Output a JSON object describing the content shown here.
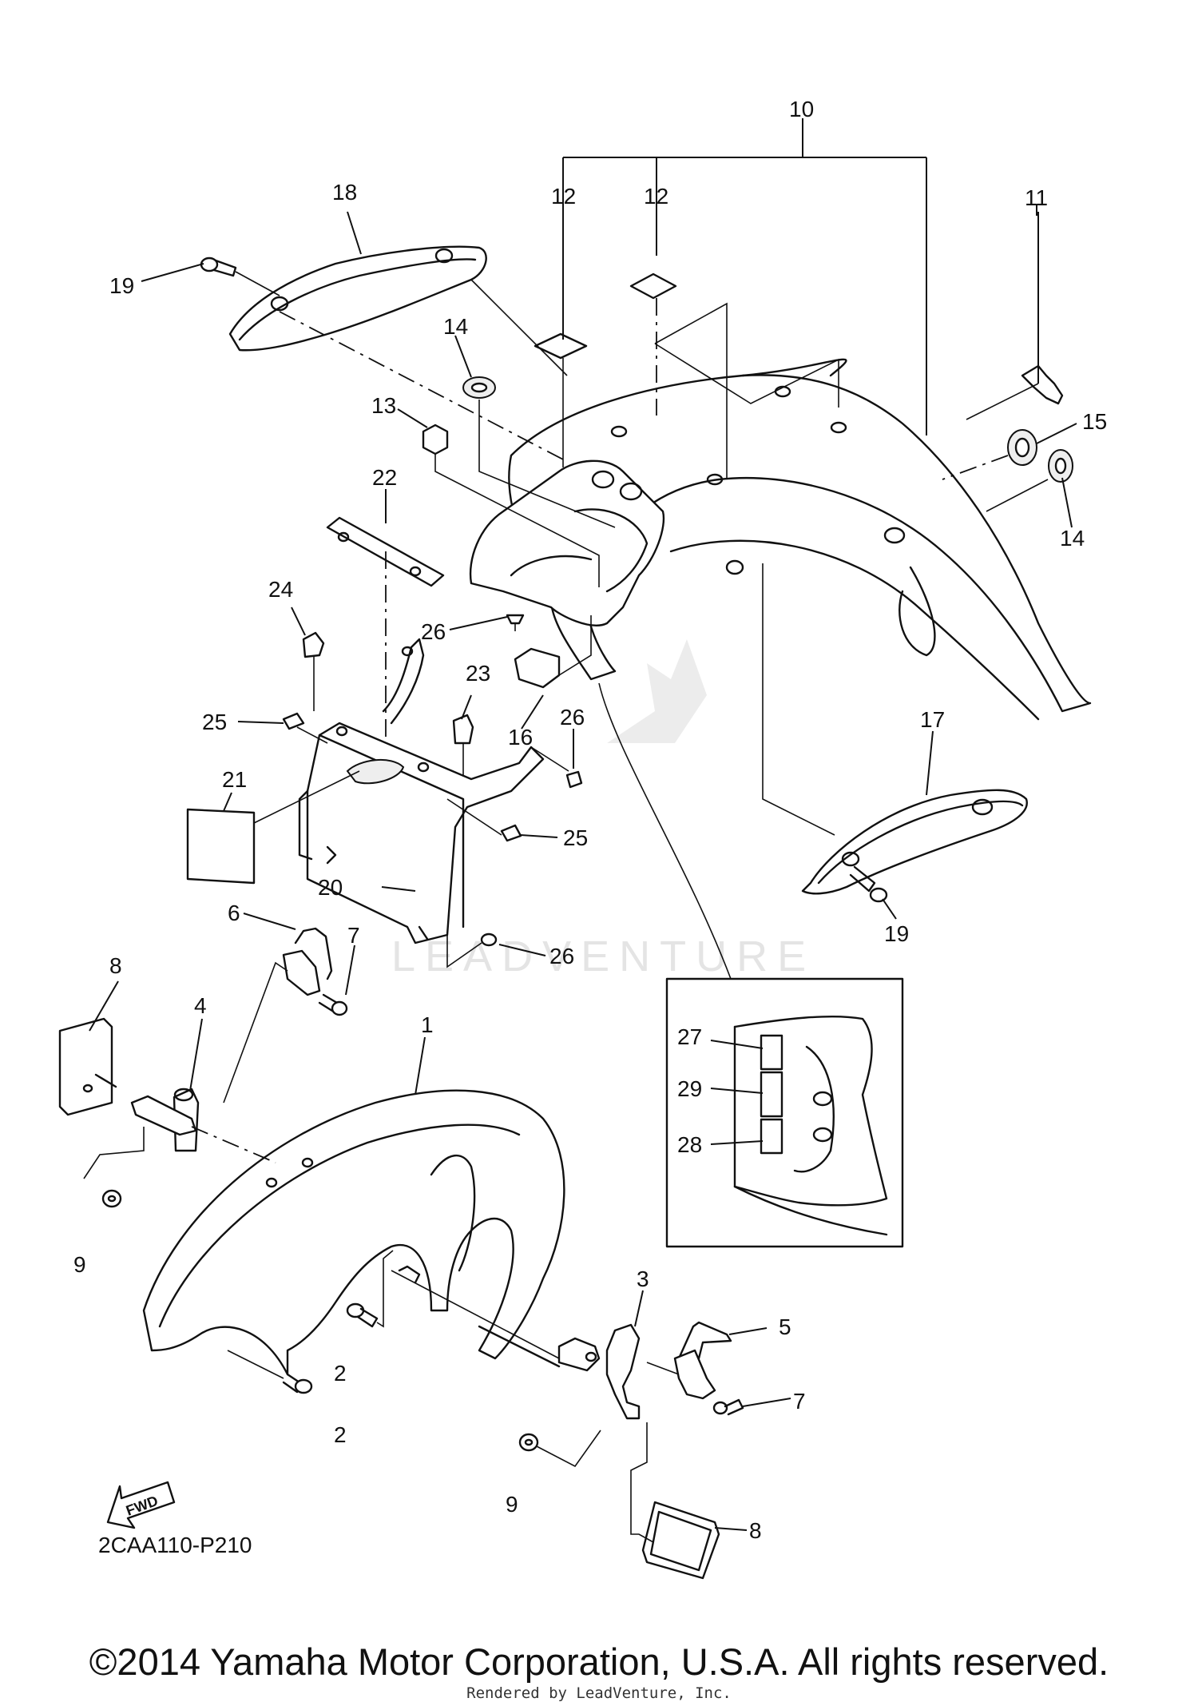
{
  "diagram": {
    "diagram_code": "2CAA110-P210",
    "fwd_label": "FWD",
    "watermark": "LEADVENTURE",
    "copyright": "©2014 Yamaha Motor Corporation, U.S.A. All rights reserved.",
    "rendered_by": "Rendered by LeadVenture, Inc.",
    "callouts": {
      "c1": "1",
      "c2a": "2",
      "c2b": "2",
      "c3": "3",
      "c4": "4",
      "c5": "5",
      "c6": "6",
      "c7a": "7",
      "c7b": "7",
      "c8a": "8",
      "c8b": "8",
      "c9a": "9",
      "c9b": "9",
      "c10": "10",
      "c11": "11",
      "c12a": "12",
      "c12b": "12",
      "c13": "13",
      "c14a": "14",
      "c14b": "14",
      "c15": "15",
      "c16": "16",
      "c17": "17",
      "c18": "18",
      "c19a": "19",
      "c19b": "19",
      "c20": "20",
      "c21": "21",
      "c22": "22",
      "c23": "23",
      "c24": "24",
      "c25a": "25",
      "c25b": "25",
      "c26a": "26",
      "c26b": "26",
      "c26c": "26",
      "c27": "27",
      "c28": "28",
      "c29": "29"
    }
  }
}
